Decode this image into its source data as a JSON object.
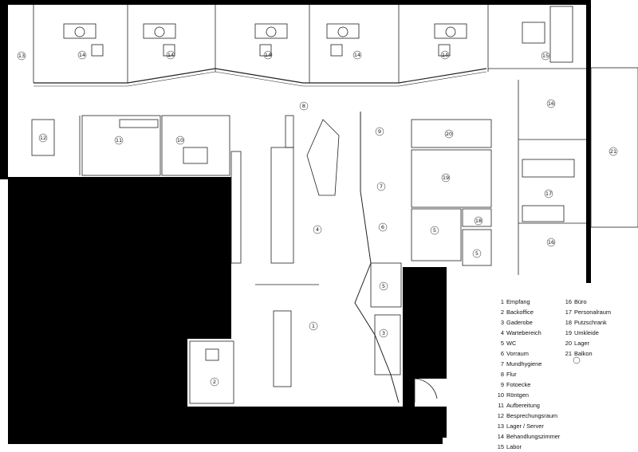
{
  "rooms": [
    {
      "num": "1",
      "name": "Empfang"
    },
    {
      "num": "2",
      "name": "Backoffice"
    },
    {
      "num": "3",
      "name": "Gaderobe"
    },
    {
      "num": "4",
      "name": "Wartebereich"
    },
    {
      "num": "5",
      "name": "WC"
    },
    {
      "num": "6",
      "name": "Vorraum"
    },
    {
      "num": "7",
      "name": "Mundhygiene"
    },
    {
      "num": "8",
      "name": "Flur"
    },
    {
      "num": "9",
      "name": "Fotoecke"
    },
    {
      "num": "10",
      "name": "Röntgen"
    },
    {
      "num": "11",
      "name": "Aufbereitung"
    },
    {
      "num": "12",
      "name": "Besprechungsraum"
    },
    {
      "num": "13",
      "name": "Lager / Server"
    },
    {
      "num": "14",
      "name": "Behandlungszimmer"
    },
    {
      "num": "15",
      "name": "Labor"
    },
    {
      "num": "16",
      "name": "Büro"
    },
    {
      "num": "17",
      "name": "Personalraum"
    },
    {
      "num": "18",
      "name": "Putzschrank"
    },
    {
      "num": "19",
      "name": "Umkleide"
    },
    {
      "num": "20",
      "name": "Lager"
    },
    {
      "num": "21",
      "name": "Balkon"
    }
  ],
  "plan_labels": {
    "l1": "1",
    "l2": "2",
    "l3": "3",
    "l4": "4",
    "l5a": "5",
    "l5b": "5",
    "l5c": "5",
    "l6": "6",
    "l7": "7",
    "l8": "8",
    "l9": "9",
    "l10": "10",
    "l11": "11",
    "l12": "12",
    "l13": "13",
    "l14a": "14",
    "l14b": "14",
    "l14c": "14",
    "l14d": "14",
    "l14e": "14",
    "l15": "15",
    "l16a": "16",
    "l16b": "16",
    "l17": "17",
    "l18": "18",
    "l19": "19",
    "l20": "20",
    "l21": "21"
  },
  "colors": {
    "wall": "#000000",
    "line": "#222222",
    "background": "#ffffff"
  }
}
